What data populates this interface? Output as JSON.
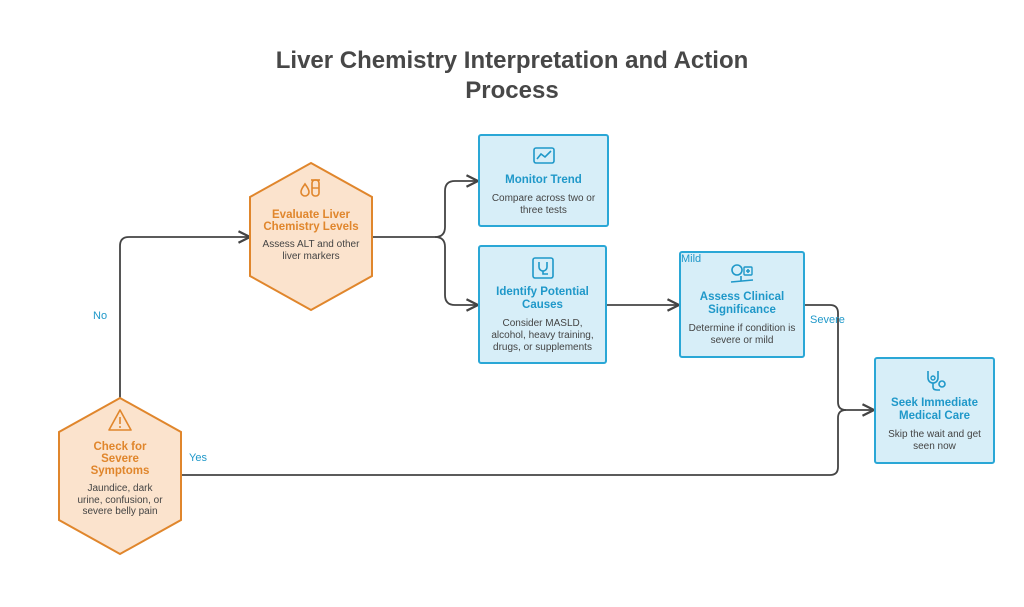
{
  "title": {
    "line1": "Liver Chemistry Interpretation and Action",
    "line2": "Process"
  },
  "colors": {
    "orange_fill": "#fbe3cd",
    "orange_stroke": "#e0862c",
    "blue_fill": "#d7eef8",
    "blue_stroke": "#2aa7d6",
    "connector": "#444444"
  },
  "nodes": {
    "evaluate": {
      "title": "Evaluate Liver Chemistry Levels",
      "desc": "Assess ALT and other liver markers",
      "icon": "flask-drop-icon"
    },
    "check": {
      "title": "Check for Severe Symptoms",
      "desc": "Jaundice, dark urine, confusion, or severe belly pain",
      "icon": "warning-icon"
    },
    "monitor": {
      "title": "Monitor Trend",
      "desc": "Compare across two or three tests",
      "icon": "trend-chart-icon"
    },
    "identify": {
      "title": "Identify Potential Causes",
      "desc": "Consider MASLD, alcohol, heavy training, drugs, or supplements",
      "icon": "stethoscope-icon"
    },
    "assess": {
      "title": "Assess Clinical Significance",
      "desc": "Determine if condition is severe or mild",
      "icon": "clinical-scale-icon"
    },
    "seek": {
      "title": "Seek Immediate Medical Care",
      "desc": "Skip the wait and get seen now",
      "icon": "medical-care-icon"
    }
  },
  "edge_labels": {
    "no": "No",
    "yes": "Yes",
    "mild": "Mild",
    "severe": "Severe"
  }
}
